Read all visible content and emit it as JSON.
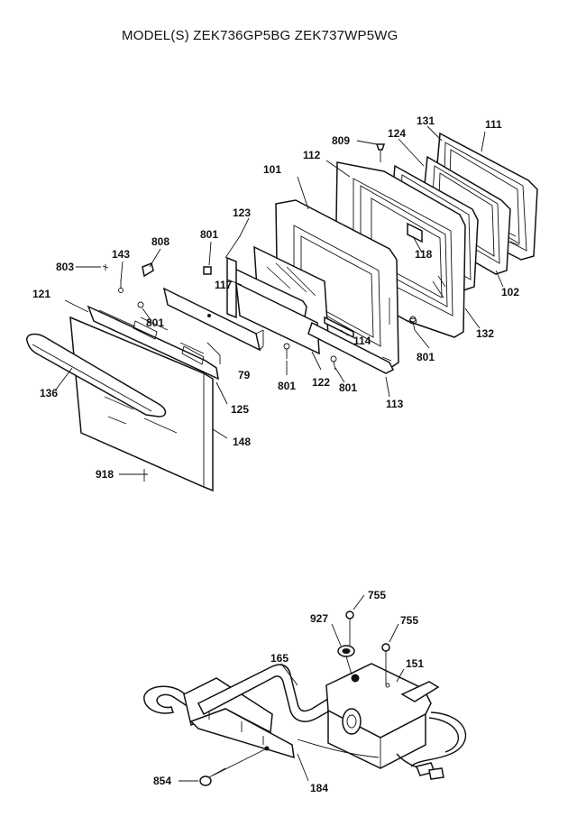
{
  "header": {
    "title": "MODEL(S) ZEK736GP5BG  ZEK737WP5WG"
  },
  "door_labels": {
    "p111": "111",
    "p131": "131",
    "p124": "124",
    "p809": "809",
    "p112": "112",
    "p101": "101",
    "p123": "123",
    "p118": "118",
    "p102": "102",
    "p132": "132",
    "p801_a": "801",
    "p808": "808",
    "p143": "143",
    "p803": "803",
    "p117": "117",
    "p121": "121",
    "p801_b": "801",
    "p114": "114",
    "p801_c": "801",
    "p136": "136",
    "p79": "79",
    "p801_d": "801",
    "p122": "122",
    "p801_e": "801",
    "p113": "113",
    "p125": "125",
    "p148": "148",
    "p918": "918"
  },
  "lock_labels": {
    "p755_a": "755",
    "p927": "927",
    "p755_b": "755",
    "p165": "165",
    "p151": "151",
    "p854": "854",
    "p184": "184"
  }
}
